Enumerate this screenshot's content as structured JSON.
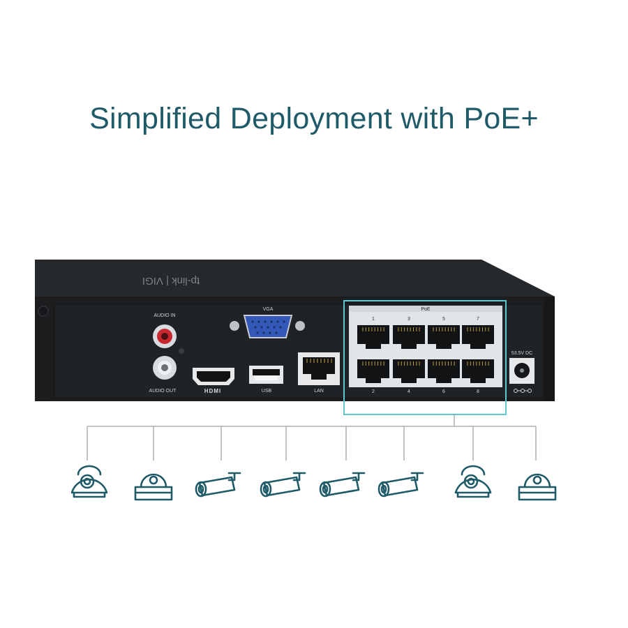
{
  "headline": "Simplified Deployment with PoE+",
  "device": {
    "logo_text": "tp-link | VIGI",
    "ports": {
      "audio_in": "AUDIO IN",
      "audio_out": "AUDIO OUT",
      "vga": "VGA",
      "hdmi": "HDMI",
      "usb": "USB",
      "lan": "LAN",
      "poe": "PoE",
      "dc": "53.5V DC"
    },
    "poe_port_numbers_top": [
      "1",
      "3",
      "5",
      "7"
    ],
    "poe_port_numbers_bottom": [
      "2",
      "4",
      "6",
      "8"
    ]
  },
  "cameras": [
    {
      "type": "dome-camera-icon"
    },
    {
      "type": "turret-camera-icon"
    },
    {
      "type": "bullet-camera-icon"
    },
    {
      "type": "bullet-camera-icon"
    },
    {
      "type": "bullet-camera-icon"
    },
    {
      "type": "bullet-camera-icon"
    },
    {
      "type": "dome-camera-icon"
    },
    {
      "type": "turret-camera-icon"
    }
  ],
  "colors": {
    "title": "#1f5a68",
    "highlight": "#5ec7cf",
    "icon_stroke": "#1f5a68",
    "device_body": "#1b1d1f"
  }
}
